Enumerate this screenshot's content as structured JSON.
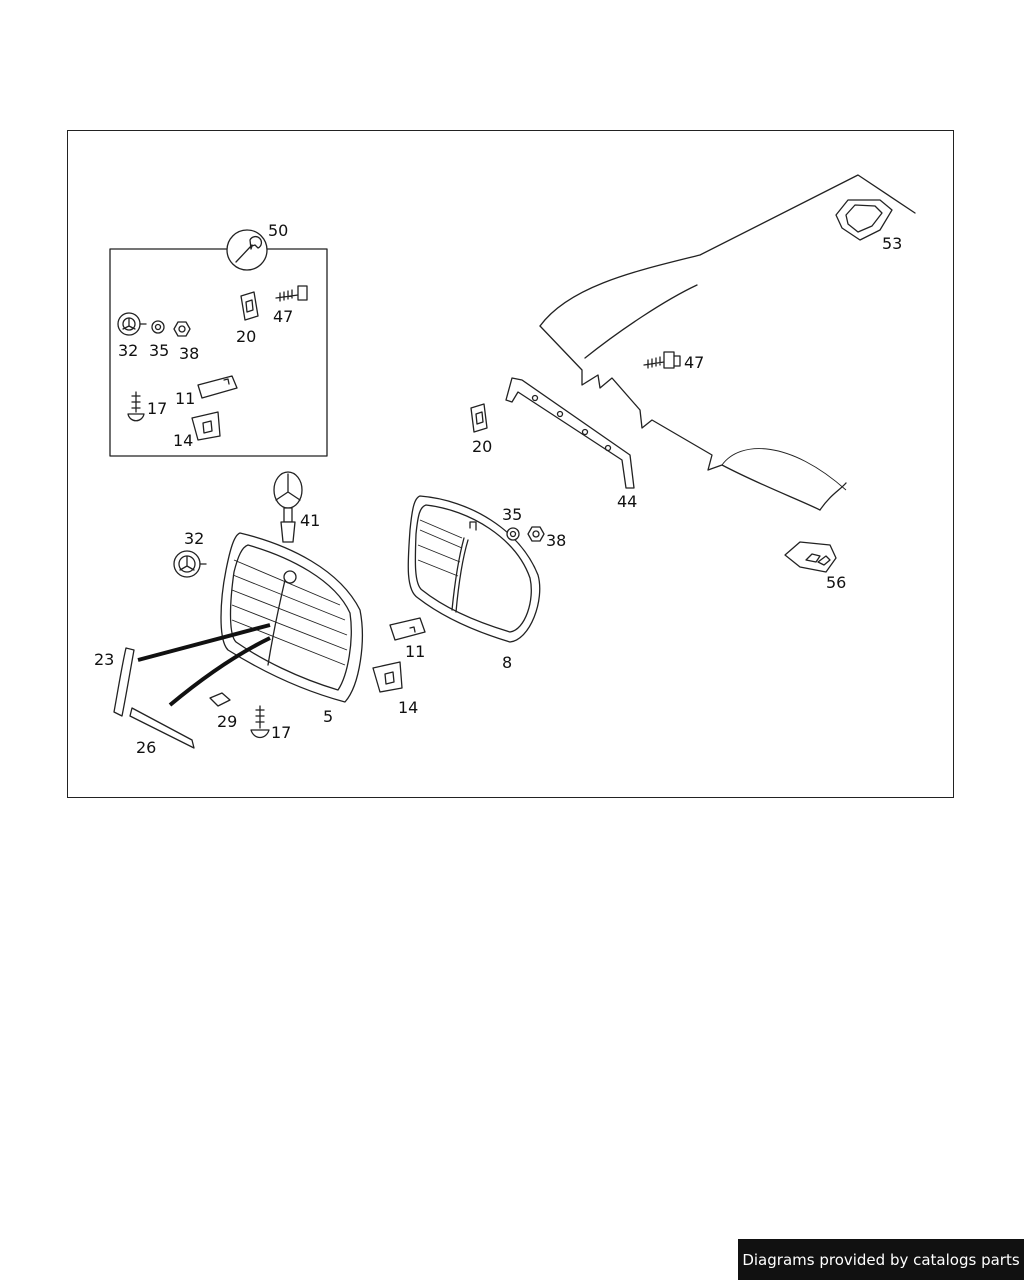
{
  "diagram": {
    "callouts": [
      "50",
      "47",
      "20",
      "32",
      "35",
      "38",
      "17",
      "11",
      "14",
      "53",
      "47",
      "20",
      "44",
      "41",
      "32",
      "35",
      "38",
      "8",
      "11",
      "14",
      "56",
      "23",
      "29",
      "17",
      "5",
      "26"
    ]
  },
  "footer": {
    "text": "Diagrams provided by catalogs parts"
  },
  "colors": {
    "line": "#222222",
    "banner_bg": "#111111",
    "banner_text": "#ffffff"
  }
}
